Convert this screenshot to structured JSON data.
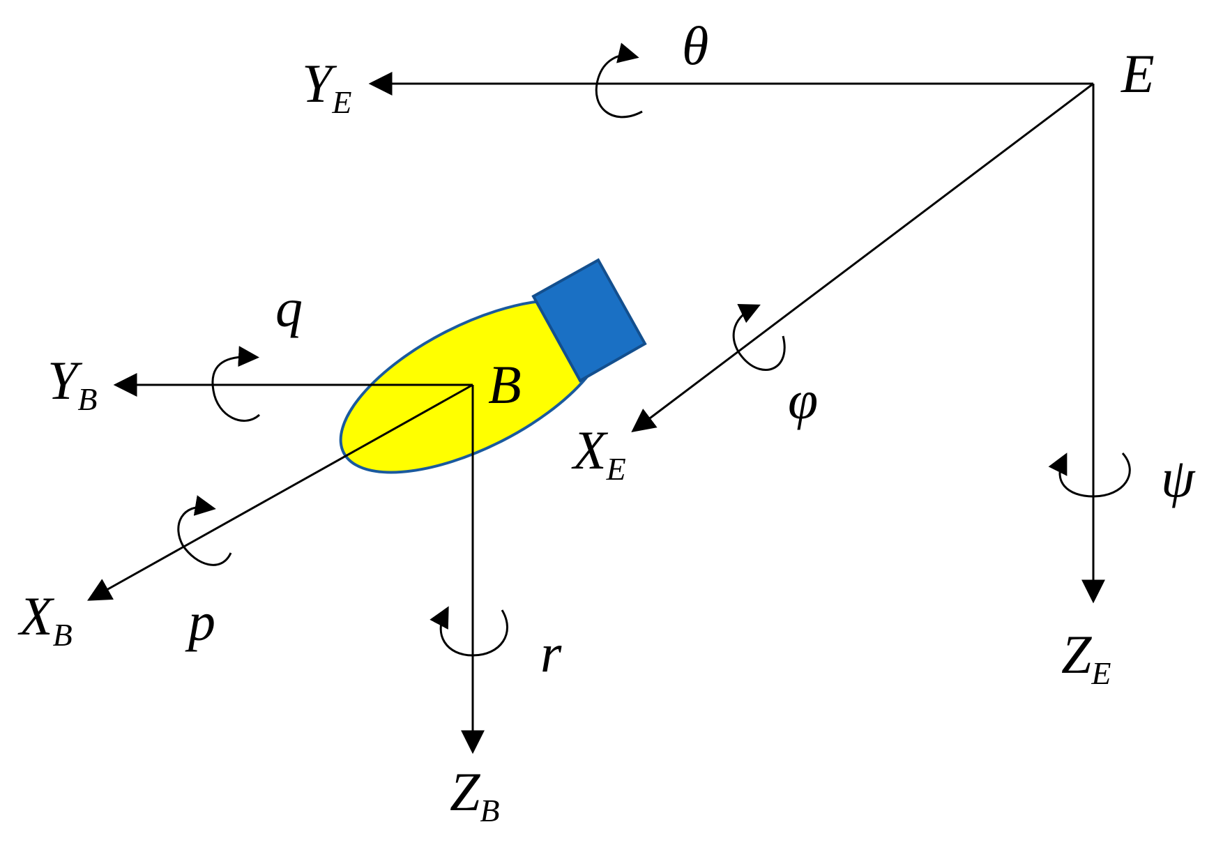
{
  "colors": {
    "line": "#000000",
    "body_fill": "#ffff00",
    "body_stroke": "#1a5a9e",
    "camera_fill": "#1a70c4",
    "camera_stroke": "#134f8e",
    "background": "#ffffff"
  },
  "earth_frame": {
    "origin_label": "E",
    "x_axis": {
      "main": "X",
      "sub": "E"
    },
    "y_axis": {
      "main": "Y",
      "sub": "E"
    },
    "z_axis": {
      "main": "Z",
      "sub": "E"
    },
    "rotations": {
      "roll": "φ",
      "pitch": "θ",
      "yaw": "ψ"
    }
  },
  "body_frame": {
    "origin_label": "B",
    "x_axis": {
      "main": "X",
      "sub": "B"
    },
    "y_axis": {
      "main": "Y",
      "sub": "B"
    },
    "z_axis": {
      "main": "Z",
      "sub": "B"
    },
    "rotations": {
      "roll_rate": "p",
      "pitch_rate": "q",
      "yaw_rate": "r"
    }
  },
  "icons": {
    "vehicle": "vehicle-body-icon",
    "camera": "camera-pod-icon",
    "rotation": "rotation-arrow-icon"
  }
}
